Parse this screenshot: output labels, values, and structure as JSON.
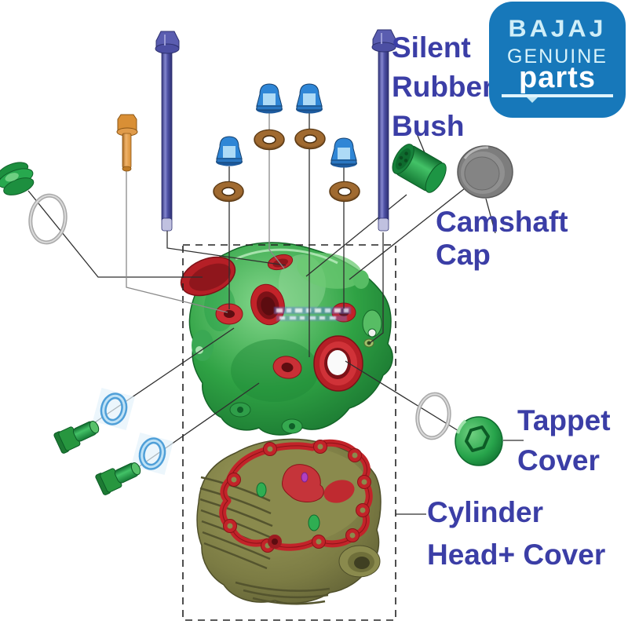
{
  "brand_badge": {
    "name": "BAJAJ",
    "line1": "GENUINE",
    "line2": "parts",
    "bg_color": "#1778BA",
    "text_color": "#D8F3FB"
  },
  "labels": {
    "text_color": "#3B3EA6",
    "silent_rubber_bush": {
      "line1": "Silent",
      "line2": "Rubber",
      "line3": "Bush"
    },
    "camshaft_cap": {
      "text": "Camshaft Cap"
    },
    "tappet_cover": {
      "line1": "Tappet",
      "line2": "Cover"
    },
    "cylinder_head_cover": {
      "line1": "Cylinder",
      "line2": "Head+ Cover"
    }
  },
  "diagram": {
    "style": "exploded-parts-view",
    "callout_box": "dashed rectangle around cylinder head cover and cylinder head",
    "parts": [
      {
        "name": "stud-bolt",
        "count": 2,
        "color": "#4C4FA3"
      },
      {
        "name": "flange-bolt",
        "count": 1,
        "color": "#D98F35"
      },
      {
        "name": "cap-nut",
        "count": 4,
        "color": "#2F86D6"
      },
      {
        "name": "copper-washer",
        "count": 4,
        "color": "#8A5A28"
      },
      {
        "name": "end-cap-knob",
        "count": 1,
        "color": "#27A84E"
      },
      {
        "name": "o-ring-silver",
        "count": 2,
        "color": "#ACACAC"
      },
      {
        "name": "silent-rubber-bush",
        "count": 1,
        "color": "#1E9E4A"
      },
      {
        "name": "camshaft-cap",
        "count": 1,
        "color": "#8F8F8F"
      },
      {
        "name": "cylinder-head-cover",
        "count": 1,
        "color": "#2FA244"
      },
      {
        "name": "cylinder-head",
        "count": 1,
        "color": "#7C7C44"
      },
      {
        "name": "head-gasket",
        "count": 1,
        "color": "#C22329"
      },
      {
        "name": "tappet-cover",
        "count": 1,
        "color": "#27A44B"
      },
      {
        "name": "sealing-plug",
        "count": 2,
        "color": "#27963F"
      },
      {
        "name": "blue-seal-ring",
        "count": 2,
        "color": "#4F9FD8"
      }
    ]
  }
}
